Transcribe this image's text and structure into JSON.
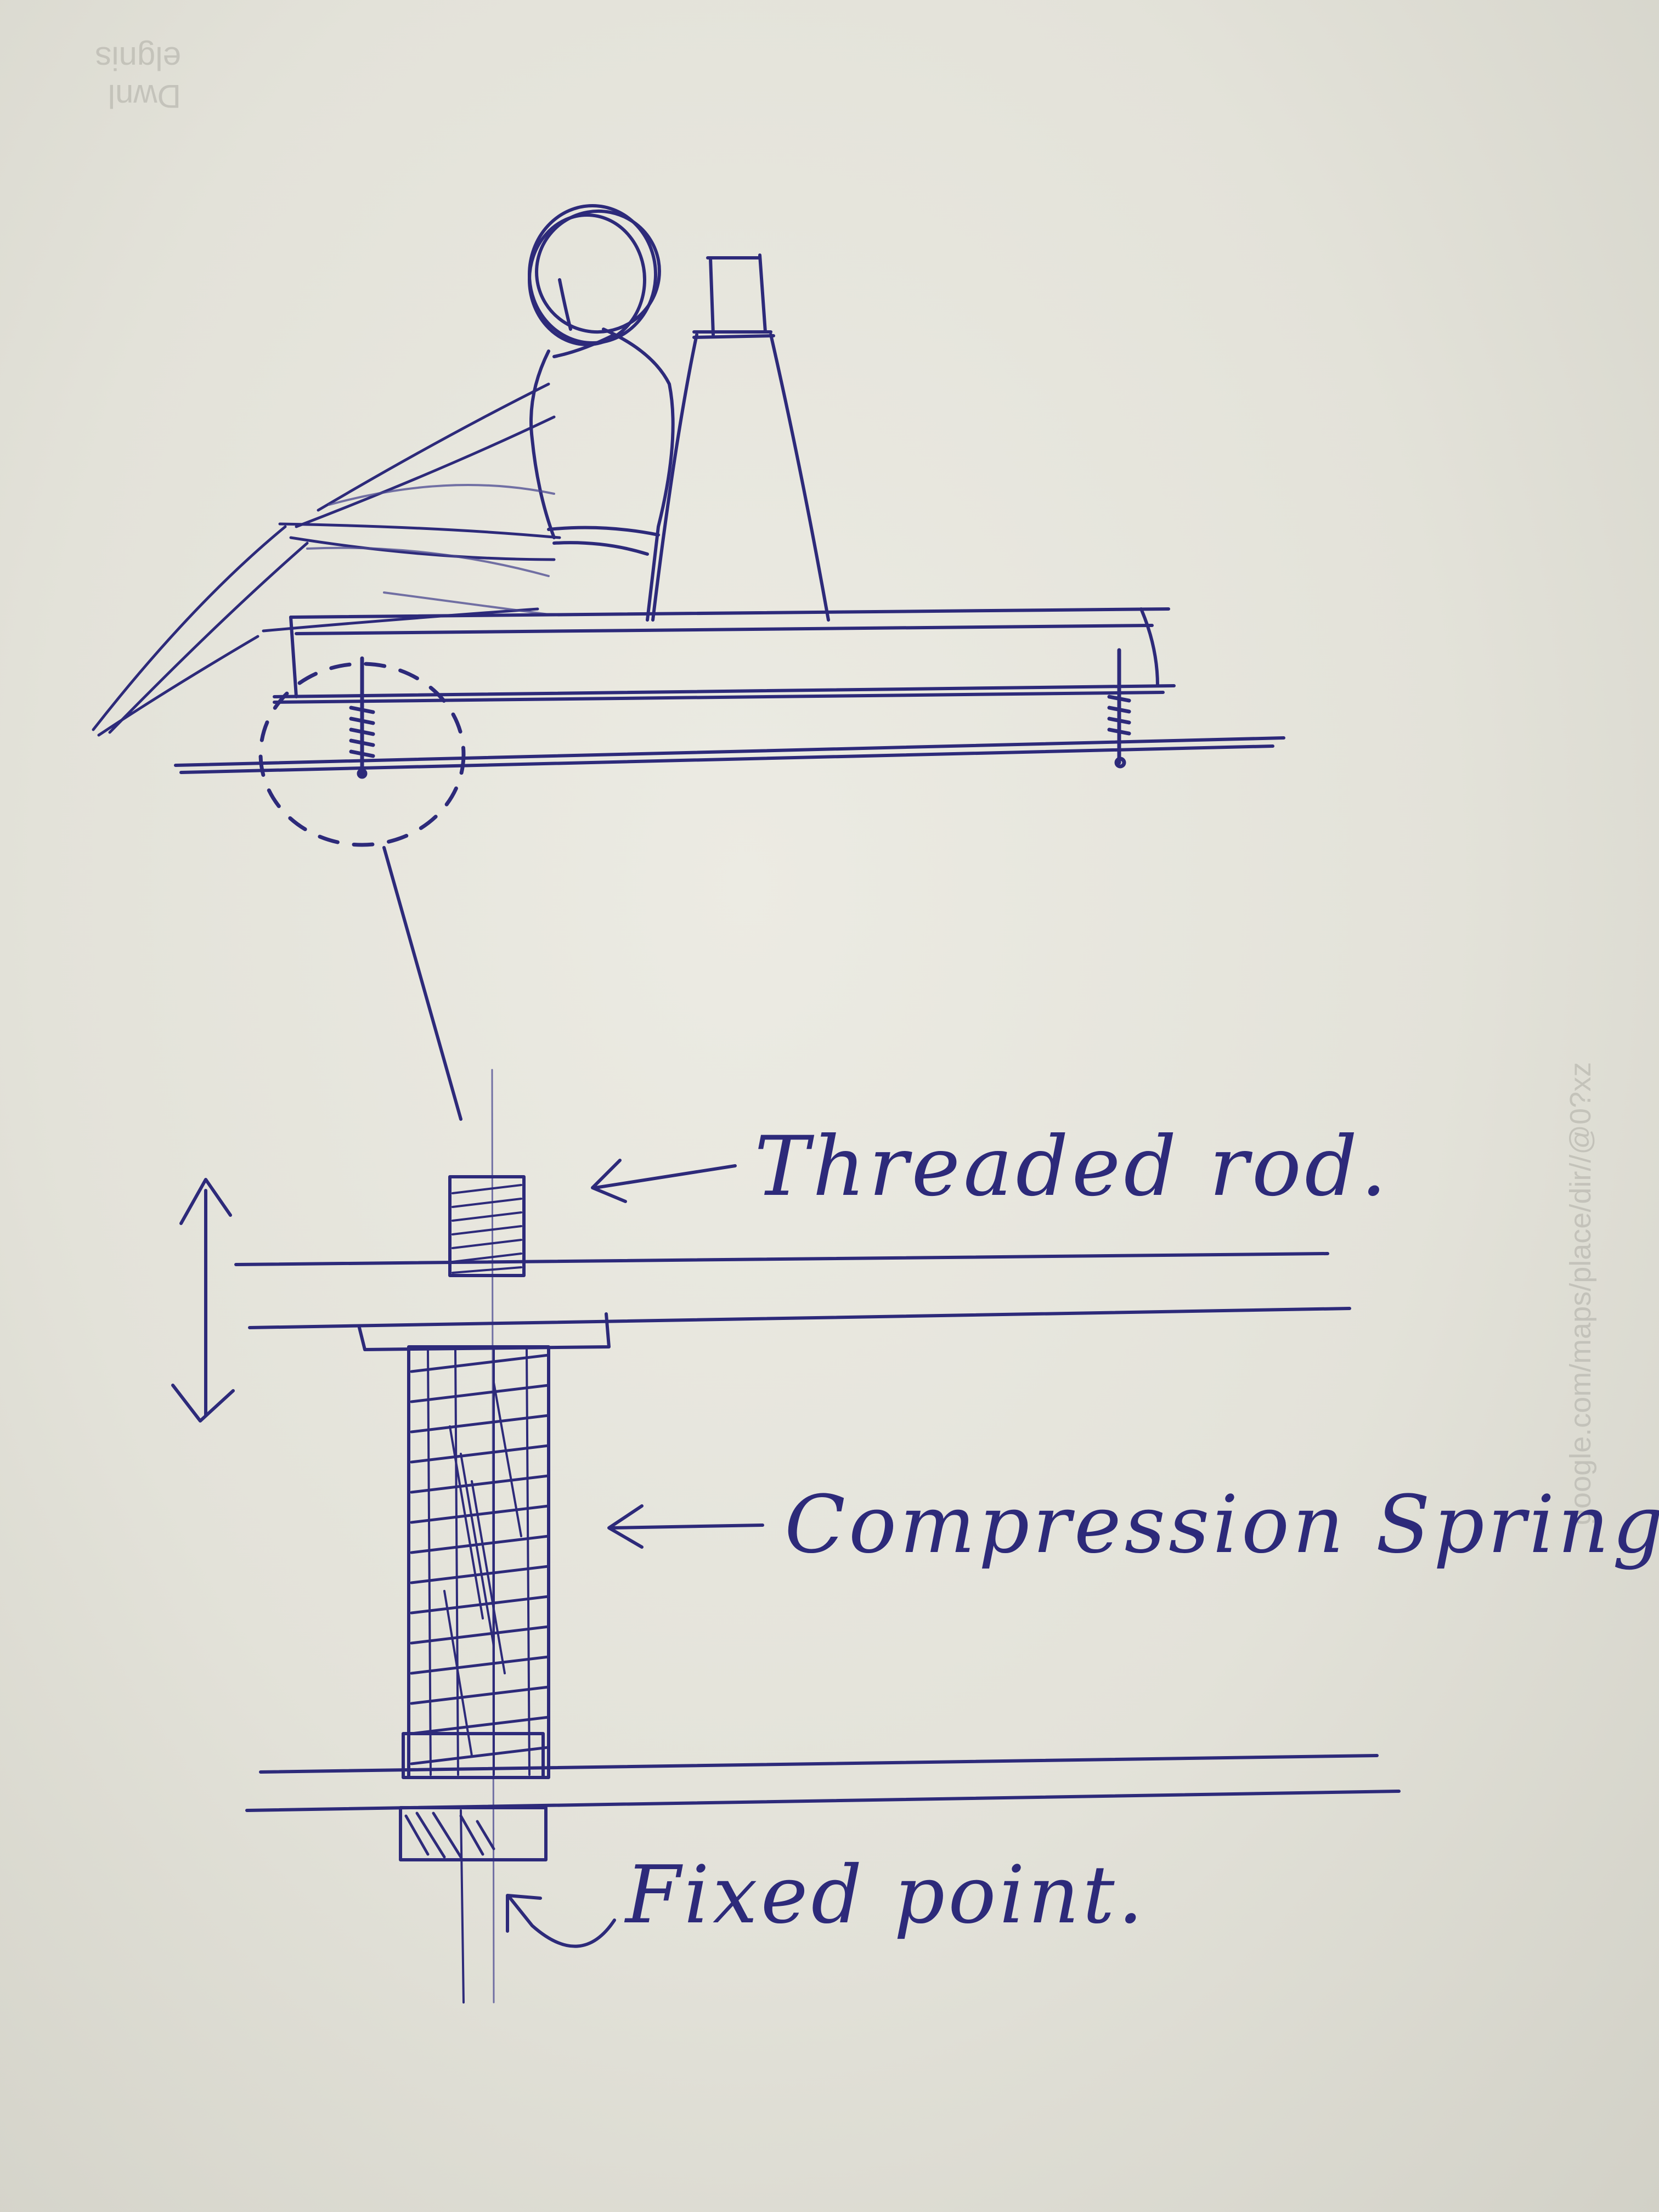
{
  "diagram": {
    "labels": {
      "threaded_rod": "Threaded rod.",
      "compression_spring": "Compression Spring.",
      "fixed_point": "Fixed point."
    },
    "show_through": {
      "vertical_text": "google.com/maps/place/dir//@0?xz",
      "corner_text": "Dwnl\nelgnis"
    }
  }
}
